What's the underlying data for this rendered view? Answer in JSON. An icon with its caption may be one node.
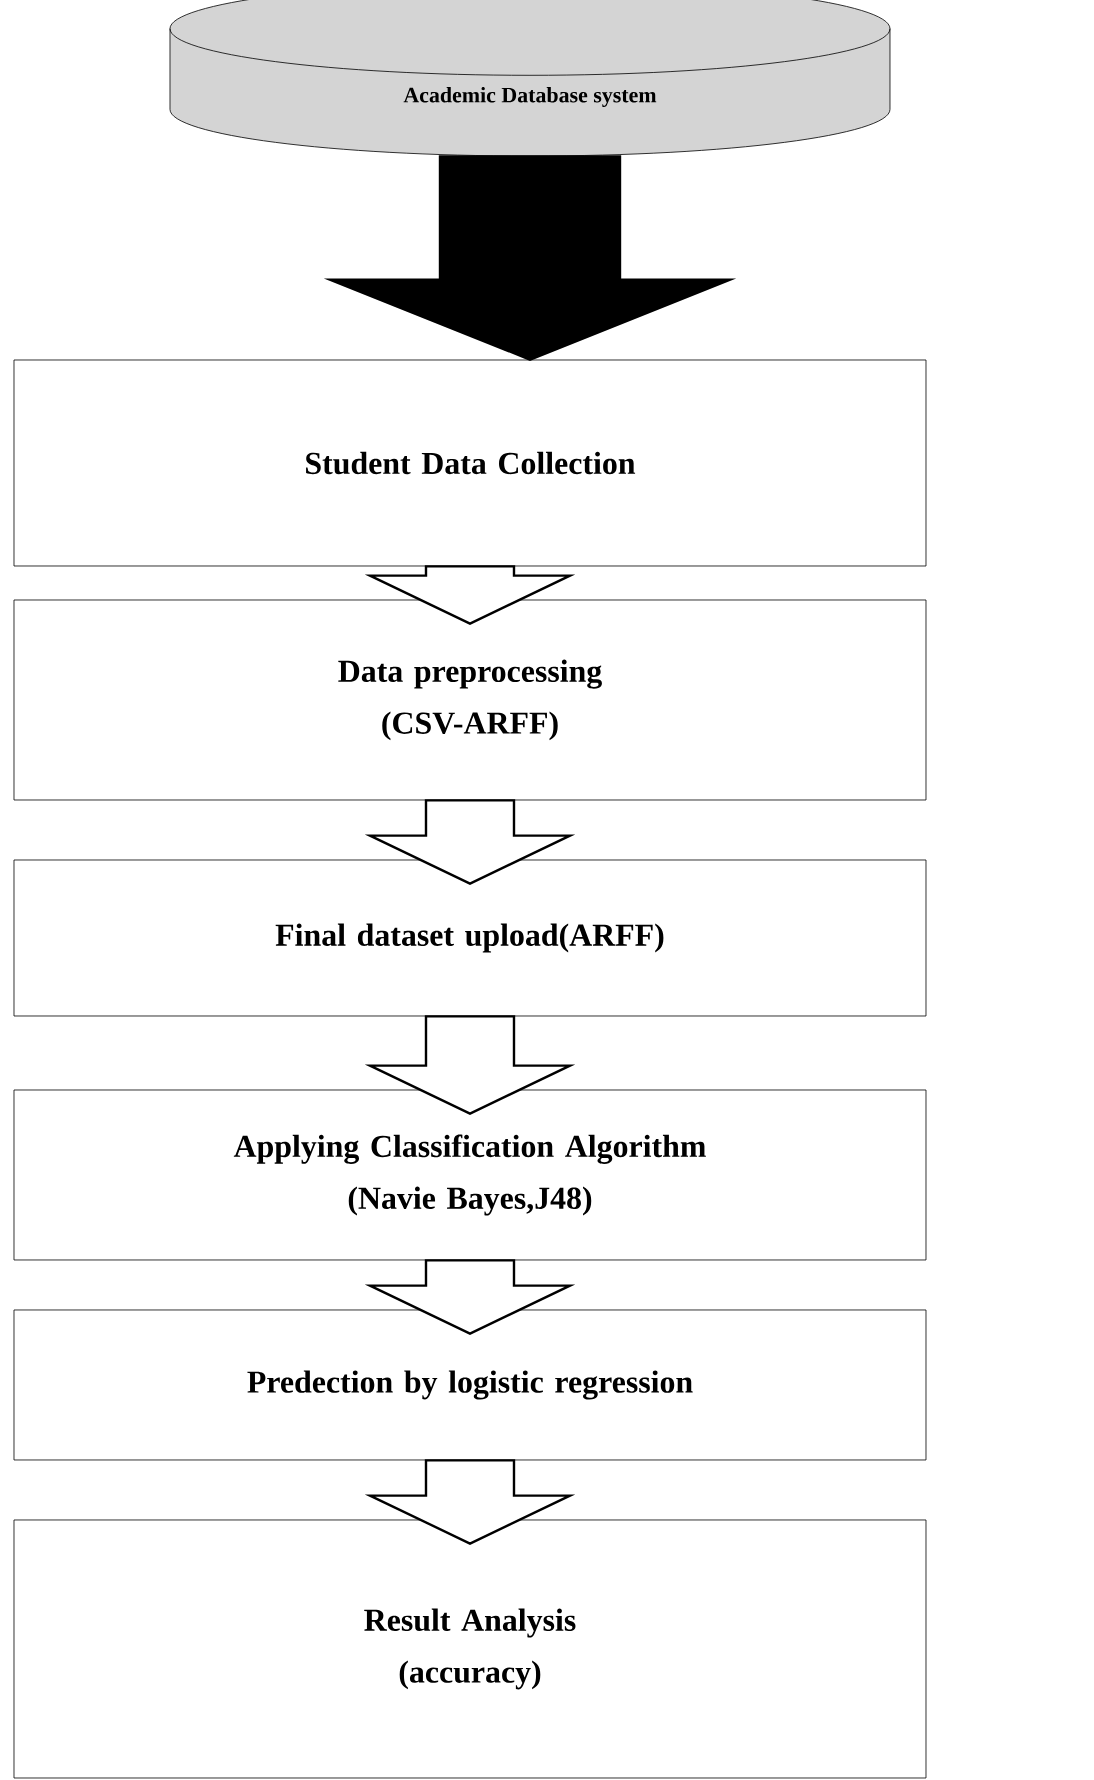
{
  "diagram": {
    "nodes": [
      {
        "text": [
          "Academic Database system"
        ]
      },
      {
        "text": [
          "Student Data Collection"
        ]
      },
      {
        "text": [
          "Data preprocessing",
          "(CSV-ARFF)"
        ]
      },
      {
        "text": [
          "Final dataset upload(ARFF)"
        ]
      },
      {
        "text": [
          "Applying Classification Algorithm",
          "(Navie Bayes,J48)"
        ]
      },
      {
        "text": [
          "Predection by logistic regression"
        ]
      },
      {
        "text": [
          "Result Analysis",
          "(accuracy)"
        ]
      }
    ],
    "edges": [
      {
        "from": 0,
        "to": 1,
        "arrow": "to",
        "style": "thick"
      },
      {
        "from": 1,
        "to": 2,
        "arrow": "to"
      },
      {
        "from": 2,
        "to": 3,
        "arrow": "to"
      },
      {
        "from": 3,
        "to": 4,
        "arrow": "to"
      },
      {
        "from": 4,
        "to": 5,
        "arrow": "to"
      },
      {
        "from": 5,
        "to": 6,
        "arrow": "to"
      }
    ]
  }
}
